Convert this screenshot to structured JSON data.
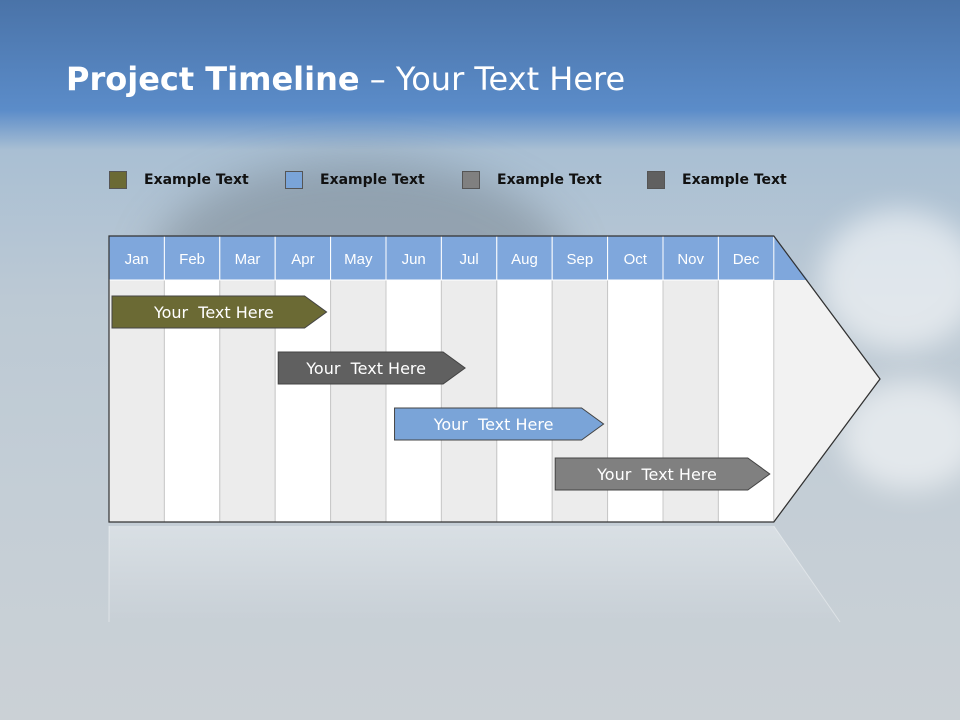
{
  "title": {
    "bold": "Project Timeline",
    "rest": " – Your Text Here"
  },
  "legend": [
    {
      "label": "Example Text",
      "color": "#6b6a34"
    },
    {
      "label": "Example Text",
      "color": "#7aa4d8"
    },
    {
      "label": "Example Text",
      "color": "#808080"
    },
    {
      "label": "Example Text",
      "color": "#606060"
    }
  ],
  "months": [
    "Jan",
    "Feb",
    "Mar",
    "Apr",
    "May",
    "Jun",
    "Jul",
    "Aug",
    "Sep",
    "Oct",
    "Nov",
    "Dec"
  ],
  "colors": {
    "header": "#7fa7dc",
    "column_shaded": "#ececec",
    "column_plain": "#ffffff"
  },
  "tasks": [
    {
      "label": "Your  Text Here",
      "start_month": 1,
      "end_month": 4.0,
      "color": "#6b6a34"
    },
    {
      "label": "Your  Text Here",
      "start_month": 4.0,
      "end_month": 6.5,
      "color": "#606060"
    },
    {
      "label": "Your  Text Here",
      "start_month": 6.1,
      "end_month": 9.0,
      "color": "#7aa4d8"
    },
    {
      "label": "Your  Text Here",
      "start_month": 9.0,
      "end_month": 12.0,
      "color": "#808080"
    }
  ]
}
